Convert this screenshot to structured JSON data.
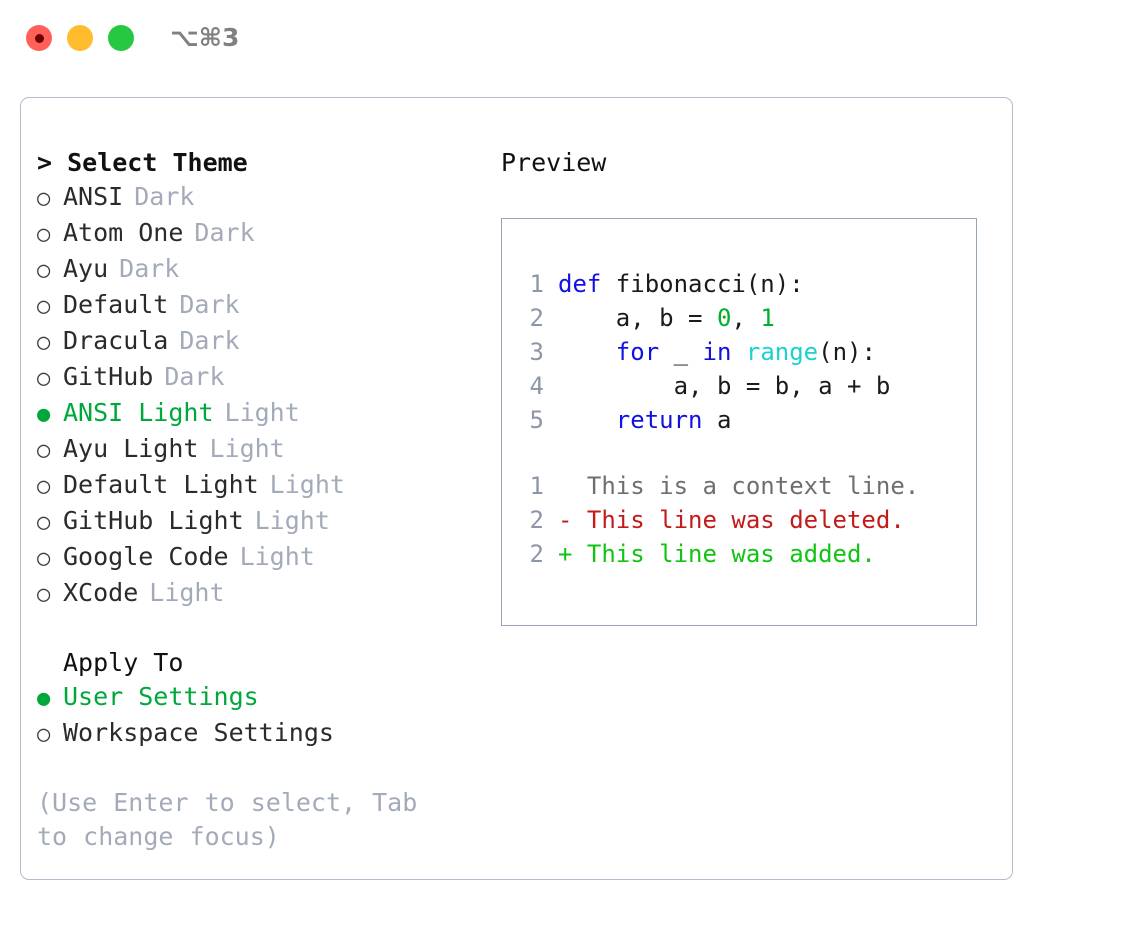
{
  "titlebar": {
    "shortcut": "⌥⌘3",
    "lights": [
      {
        "name": "close",
        "color": "#ff6159"
      },
      {
        "name": "minimize",
        "color": "#ffbd2e"
      },
      {
        "name": "maximize",
        "color": "#26c841"
      }
    ]
  },
  "colors": {
    "accent_green": "#00a83c",
    "muted": "#a3abba",
    "panel_border": "#b4bcca",
    "preview_border": "#98a4b6",
    "keyword": "#1212e0",
    "builtin": "#1bd2d2",
    "number": "#00b02a",
    "diff_added": "#12c412",
    "diff_deleted": "#c41a1a",
    "diff_context": "#6f6f6f",
    "line_number": "#8c96a8"
  },
  "theme_list": {
    "header": "> Select Theme",
    "items": [
      {
        "label": "ANSI",
        "suffix": "Dark",
        "selected": false,
        "marker": "○"
      },
      {
        "label": "Atom One",
        "suffix": "Dark",
        "selected": false,
        "marker": "○"
      },
      {
        "label": "Ayu",
        "suffix": "Dark",
        "selected": false,
        "marker": "○"
      },
      {
        "label": "Default",
        "suffix": "Dark",
        "selected": false,
        "marker": "○"
      },
      {
        "label": "Dracula",
        "suffix": "Dark",
        "selected": false,
        "marker": "○"
      },
      {
        "label": "GitHub",
        "suffix": "Dark",
        "selected": false,
        "marker": "○"
      },
      {
        "label": "ANSI Light",
        "suffix": "Light",
        "selected": true,
        "marker": "●"
      },
      {
        "label": "Ayu Light",
        "suffix": "Light",
        "selected": false,
        "marker": "○"
      },
      {
        "label": "Default Light",
        "suffix": "Light",
        "selected": false,
        "marker": "○"
      },
      {
        "label": "GitHub Light",
        "suffix": "Light",
        "selected": false,
        "marker": "○"
      },
      {
        "label": "Google Code",
        "suffix": "Light",
        "selected": false,
        "marker": "○"
      },
      {
        "label": "XCode",
        "suffix": "Light",
        "selected": false,
        "marker": "○"
      }
    ]
  },
  "apply_to": {
    "header": "Apply To",
    "items": [
      {
        "label": "User Settings",
        "selected": true,
        "marker": "●"
      },
      {
        "label": "Workspace Settings",
        "selected": false,
        "marker": "○"
      }
    ]
  },
  "hint": "(Use Enter to select, Tab to change focus)",
  "preview": {
    "title": "Preview",
    "code_lines": [
      {
        "number": "1",
        "tokens": [
          {
            "text": "def ",
            "type": "keyword"
          },
          {
            "text": "fibonacci(n):",
            "type": "plain"
          }
        ]
      },
      {
        "number": "2",
        "tokens": [
          {
            "text": "    a, b = ",
            "type": "plain"
          },
          {
            "text": "0",
            "type": "number"
          },
          {
            "text": ", ",
            "type": "plain"
          },
          {
            "text": "1",
            "type": "number"
          }
        ]
      },
      {
        "number": "3",
        "tokens": [
          {
            "text": "    ",
            "type": "plain"
          },
          {
            "text": "for",
            "type": "keyword"
          },
          {
            "text": " _ ",
            "type": "plain"
          },
          {
            "text": "in",
            "type": "keyword"
          },
          {
            "text": " ",
            "type": "plain"
          },
          {
            "text": "range",
            "type": "builtin"
          },
          {
            "text": "(n):",
            "type": "plain"
          }
        ]
      },
      {
        "number": "4",
        "tokens": [
          {
            "text": "        a, b = b, a + b",
            "type": "plain"
          }
        ]
      },
      {
        "number": "5",
        "tokens": [
          {
            "text": "    ",
            "type": "plain"
          },
          {
            "text": "return",
            "type": "keyword"
          },
          {
            "text": " a",
            "type": "plain"
          }
        ]
      }
    ],
    "diff_lines": [
      {
        "number": "1",
        "marker": " ",
        "text": "  This is a context line.",
        "type": "context"
      },
      {
        "number": "2",
        "marker": "-",
        "text": "- This line was deleted.",
        "type": "deleted"
      },
      {
        "number": "2",
        "marker": "+",
        "text": "+ This line was added.",
        "type": "added"
      }
    ]
  }
}
